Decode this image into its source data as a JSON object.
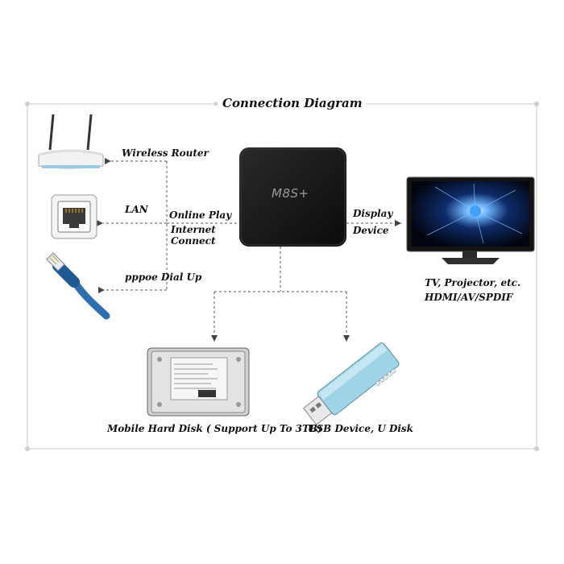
{
  "title": "Connection Diagram",
  "labels": {
    "wireless_router": "Wireless Router",
    "lan": "LAN",
    "online_play": "Online Play",
    "internet_connect_1": "Internet",
    "internet_connect_2": "Connect",
    "pppoe": "pppoe Dial Up",
    "display_1": "Display",
    "display_2": "Device",
    "tv_1": "TV, Projector, etc.",
    "tv_2": "HDMI/AV/SPDIF",
    "hdd": "Mobile Hard Disk ( Support Up To 3TB)",
    "usb": "USB Device, U Disk"
  },
  "device": {
    "logo": "M8S+"
  }
}
